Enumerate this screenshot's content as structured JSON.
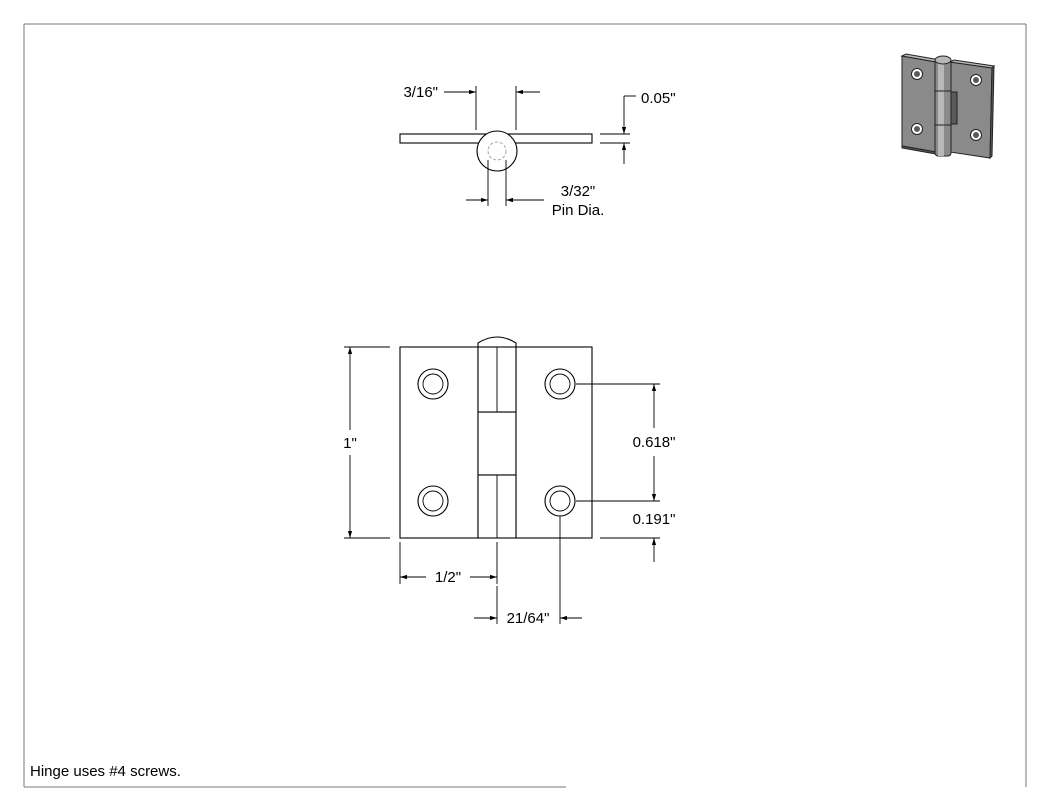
{
  "drawing": {
    "note": "Hinge uses #4 screws.",
    "end_view": {
      "leaf_gap_label": "3/16\"",
      "leaf_thickness_label": "0.05\"",
      "pin_diameter_label": "3/32\"",
      "pin_diameter_caption": "Pin Dia."
    },
    "front_view": {
      "height_label": "1\"",
      "hole_spacing_label": "0.618\"",
      "hole_edge_offset_label": "0.191\"",
      "leaf_width_label": "1/2\"",
      "hole_offset_label": "21/64\""
    }
  },
  "colors": {
    "line": "#000000",
    "iso_dark": "#5a5a5a",
    "iso_mid": "#8a8a8a",
    "iso_light": "#b8b8b8"
  }
}
